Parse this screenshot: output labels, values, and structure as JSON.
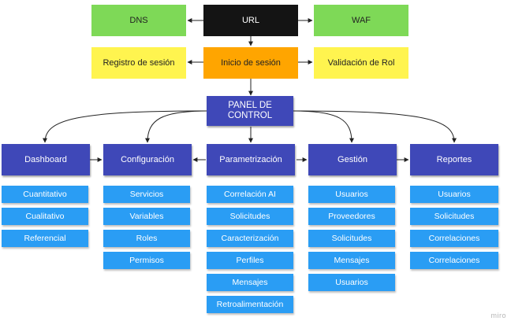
{
  "top": {
    "dns": "DNS",
    "url": "URL",
    "waf": "WAF"
  },
  "auth": {
    "registro": "Registro de sesión",
    "inicio": "Inicio de sesión",
    "validacion": "Validación de Rol"
  },
  "panel": {
    "line1": "PANEL DE",
    "line2": "CONTROL"
  },
  "modules": [
    {
      "title": "Dashboard",
      "items": [
        "Cuantitativo",
        "Cualitativo",
        "Referencial"
      ]
    },
    {
      "title": "Configuración",
      "items": [
        "Servicios",
        "Variables",
        "Roles",
        "Permisos"
      ]
    },
    {
      "title": "Parametrización",
      "items": [
        "Correlación AI",
        "Solicitudes",
        "Caracterización",
        "Perfiles",
        "Mensajes",
        "Retroalimentación"
      ]
    },
    {
      "title": "Gestión",
      "items": [
        "Usuarios",
        "Proveedores",
        "Solicitudes",
        "Mensajes",
        "Usuarios"
      ]
    },
    {
      "title": "Reportes",
      "items": [
        "Usuarios",
        "Solicitudes",
        "Correlaciones",
        "Correlaciones"
      ]
    }
  ],
  "watermark": "miro"
}
